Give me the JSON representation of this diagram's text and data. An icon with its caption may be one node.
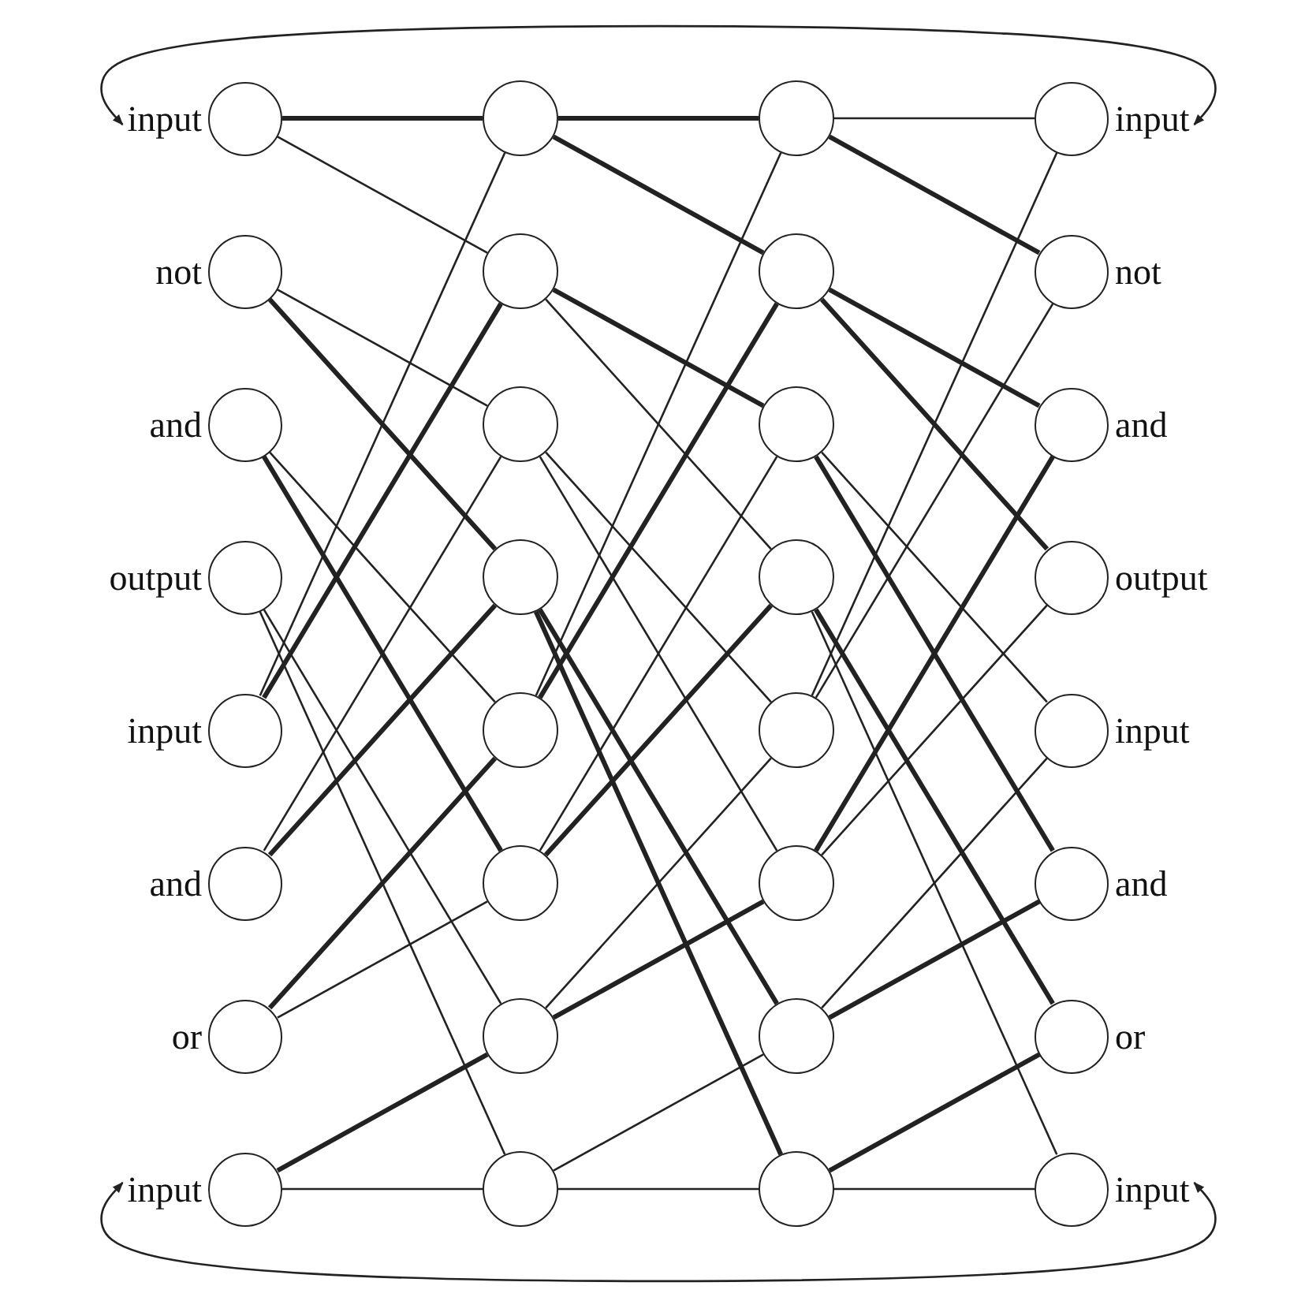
{
  "diagram": {
    "nodes": [
      {
        "text": [
          "input"
        ]
      },
      {
        "text": [],
        "shape": "circle"
      },
      {
        "text": [],
        "shape": "circle"
      },
      {
        "text": [
          "input"
        ]
      },
      {
        "text": [
          "not"
        ]
      },
      {
        "text": [],
        "shape": "circle"
      },
      {
        "text": [],
        "shape": "circle"
      },
      {
        "text": [
          "not"
        ]
      },
      {
        "text": [
          "and"
        ]
      },
      {
        "text": [],
        "shape": "circle"
      },
      {
        "text": [],
        "shape": "circle"
      },
      {
        "text": [
          "and"
        ]
      },
      {
        "text": [
          "output"
        ]
      },
      {
        "text": [],
        "shape": "circle"
      },
      {
        "text": [],
        "shape": "circle"
      },
      {
        "text": [
          "output"
        ]
      },
      {
        "text": [
          "input"
        ]
      },
      {
        "text": [],
        "shape": "circle"
      },
      {
        "text": [],
        "shape": "circle"
      },
      {
        "text": [
          "input"
        ]
      },
      {
        "text": [
          "and"
        ]
      },
      {
        "text": [],
        "shape": "circle"
      },
      {
        "text": [],
        "shape": "circle"
      },
      {
        "text": [
          "and"
        ]
      },
      {
        "text": [
          "or"
        ]
      },
      {
        "text": [],
        "shape": "circle"
      },
      {
        "text": [],
        "shape": "circle"
      },
      {
        "text": [
          "or"
        ]
      },
      {
        "text": [
          "input"
        ]
      },
      {
        "text": [],
        "shape": "circle"
      },
      {
        "text": [],
        "shape": "circle"
      },
      {
        "text": [
          "input"
        ]
      }
    ],
    "edges": [
      {
        "from": 0,
        "to": 1,
        "arrow": "none",
        "style": "thick"
      },
      {
        "from": 0,
        "to": 5,
        "arrow": "none"
      },
      {
        "from": 4,
        "to": 9,
        "arrow": "none"
      },
      {
        "from": 4,
        "to": 13,
        "arrow": "none",
        "style": "thick"
      },
      {
        "from": 8,
        "to": 17,
        "arrow": "none"
      },
      {
        "from": 8,
        "to": 21,
        "arrow": "none",
        "style": "thick"
      },
      {
        "from": 12,
        "to": 25,
        "arrow": "none"
      },
      {
        "from": 12,
        "to": 29,
        "arrow": "none"
      },
      {
        "from": 16,
        "to": 1,
        "arrow": "none"
      },
      {
        "from": 16,
        "to": 5,
        "arrow": "none",
        "style": "thick"
      },
      {
        "from": 20,
        "to": 9,
        "arrow": "none"
      },
      {
        "from": 20,
        "to": 13,
        "arrow": "none",
        "style": "thick"
      },
      {
        "from": 24,
        "to": 17,
        "arrow": "none",
        "style": "thick"
      },
      {
        "from": 24,
        "to": 21,
        "arrow": "none"
      },
      {
        "from": 28,
        "to": 25,
        "arrow": "none",
        "style": "thick"
      },
      {
        "from": 28,
        "to": 29,
        "arrow": "none"
      },
      {
        "from": 1,
        "to": 2,
        "arrow": "none",
        "style": "thick"
      },
      {
        "from": 1,
        "to": 6,
        "arrow": "none",
        "style": "thick"
      },
      {
        "from": 5,
        "to": 10,
        "arrow": "none",
        "style": "thick"
      },
      {
        "from": 5,
        "to": 14,
        "arrow": "none"
      },
      {
        "from": 9,
        "to": 18,
        "arrow": "none"
      },
      {
        "from": 9,
        "to": 22,
        "arrow": "none"
      },
      {
        "from": 13,
        "to": 26,
        "arrow": "none",
        "style": "thick"
      },
      {
        "from": 13,
        "to": 30,
        "arrow": "none",
        "style": "thick"
      },
      {
        "from": 17,
        "to": 2,
        "arrow": "none"
      },
      {
        "from": 17,
        "to": 6,
        "arrow": "none",
        "style": "thick"
      },
      {
        "from": 21,
        "to": 10,
        "arrow": "none"
      },
      {
        "from": 21,
        "to": 14,
        "arrow": "none",
        "style": "thick"
      },
      {
        "from": 25,
        "to": 18,
        "arrow": "none"
      },
      {
        "from": 25,
        "to": 22,
        "arrow": "none",
        "style": "thick"
      },
      {
        "from": 29,
        "to": 26,
        "arrow": "none"
      },
      {
        "from": 29,
        "to": 30,
        "arrow": "none"
      },
      {
        "from": 2,
        "to": 3,
        "arrow": "none"
      },
      {
        "from": 2,
        "to": 7,
        "arrow": "none",
        "style": "thick"
      },
      {
        "from": 6,
        "to": 11,
        "arrow": "none",
        "style": "thick"
      },
      {
        "from": 6,
        "to": 15,
        "arrow": "none",
        "style": "thick"
      },
      {
        "from": 10,
        "to": 19,
        "arrow": "none"
      },
      {
        "from": 10,
        "to": 23,
        "arrow": "none",
        "style": "thick"
      },
      {
        "from": 14,
        "to": 27,
        "arrow": "none",
        "style": "thick"
      },
      {
        "from": 14,
        "to": 31,
        "arrow": "none"
      },
      {
        "from": 18,
        "to": 3,
        "arrow": "none"
      },
      {
        "from": 18,
        "to": 7,
        "arrow": "none"
      },
      {
        "from": 22,
        "to": 11,
        "arrow": "none",
        "style": "thick"
      },
      {
        "from": 22,
        "to": 15,
        "arrow": "none"
      },
      {
        "from": 26,
        "to": 19,
        "arrow": "none"
      },
      {
        "from": 26,
        "to": 23,
        "arrow": "none",
        "style": "thick"
      },
      {
        "from": 30,
        "to": 27,
        "arrow": "none",
        "style": "thick"
      },
      {
        "from": 30,
        "to": 31,
        "arrow": "none"
      },
      {
        "from": 3,
        "to": 0,
        "arrow": "both"
      },
      {
        "from": 31,
        "to": 28,
        "arrow": "both"
      }
    ]
  }
}
